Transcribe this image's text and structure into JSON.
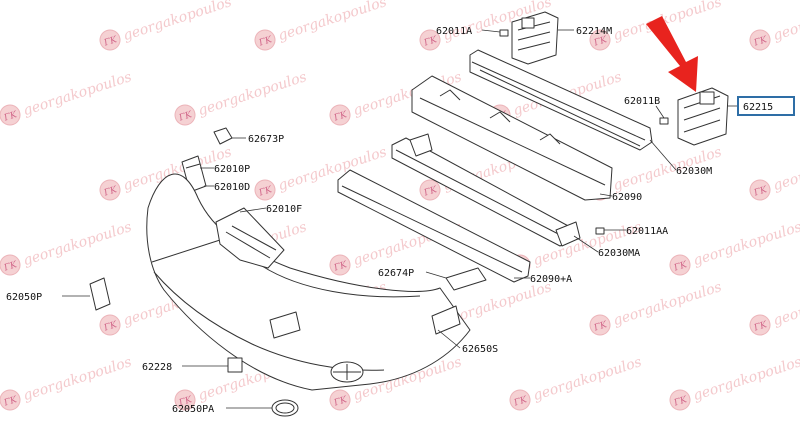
{
  "watermark": {
    "text": "georgakopoulos",
    "text_color": "#f3c0c4",
    "logo_letters": "ΓΚ"
  },
  "parts": {
    "p62011a": "62011A",
    "p62214m": "62214M",
    "p62011b": "62011B",
    "p62215": "62215",
    "p62673p": "62673P",
    "p62010p": "62010P",
    "p62010d": "62010D",
    "p62030m": "62030M",
    "p62090": "62090",
    "p62010f": "62010F",
    "p62011aa": "62011AA",
    "p62030ma": "62030MA",
    "p62674p": "62674P",
    "p62090a": "62090+A",
    "p62050p": "62050P",
    "p62650s": "62650S",
    "p62228": "62228",
    "p62050pa": "62050PA"
  },
  "highlight": {
    "arrow_color": "#e8231e",
    "box_color": "#2e6ea6",
    "target_part": "62215"
  },
  "colors": {
    "line": "#333333",
    "bumper_fill": "#ffffff"
  }
}
